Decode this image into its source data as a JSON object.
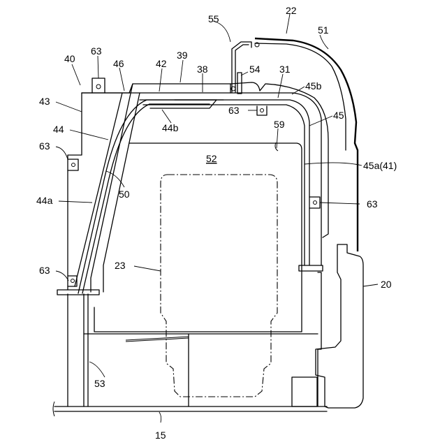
{
  "figure": {
    "labels": {
      "l22": "22",
      "l55": "55",
      "l51": "51",
      "l63a": "63",
      "l40": "40",
      "l39": "39",
      "l46": "46",
      "l42": "42",
      "l38": "38",
      "l54": "54",
      "l31": "31",
      "l45b": "45b",
      "l43": "43",
      "l63b": "63",
      "l45": "45",
      "l44": "44",
      "l44b": "44b",
      "l59": "59",
      "l52": "52",
      "l63c": "63",
      "l45a": "45a(41)",
      "l50": "50",
      "l44a": "44a",
      "l63d": "63",
      "l23": "23",
      "l63e": "63",
      "l20": "20",
      "l53": "53",
      "l15": "15"
    }
  }
}
